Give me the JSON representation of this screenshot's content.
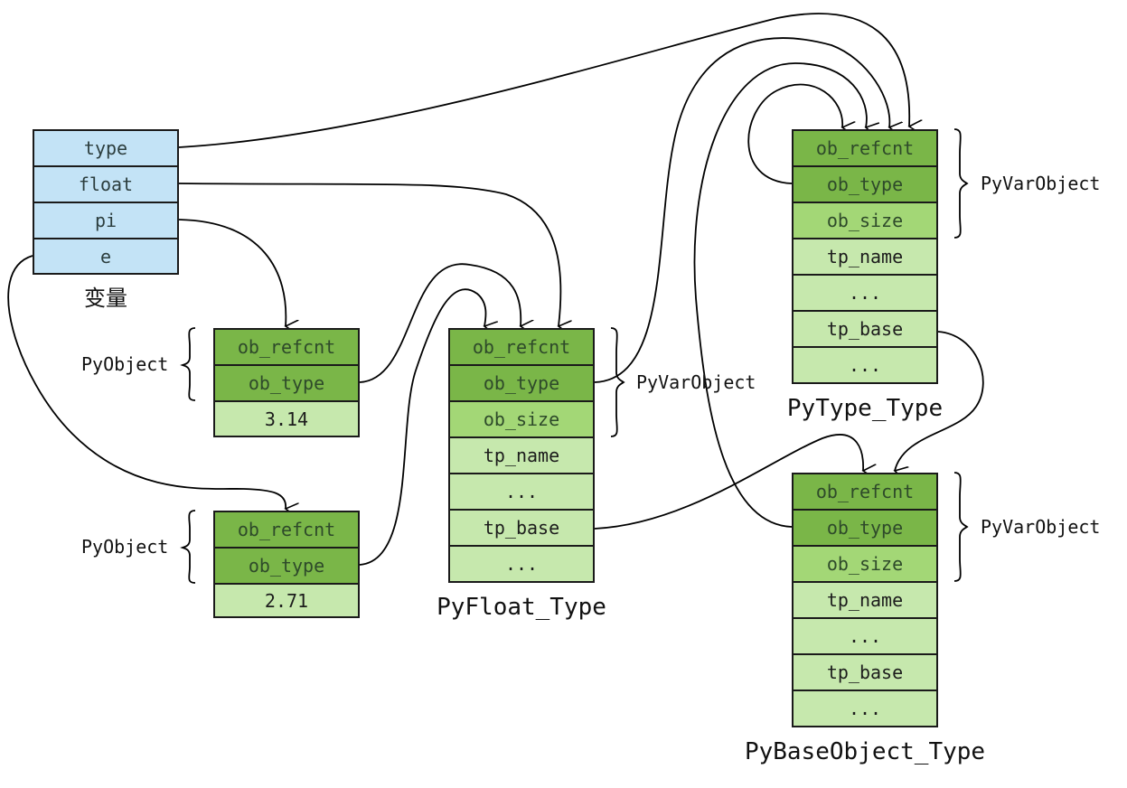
{
  "variables": {
    "caption": "变量",
    "fields": [
      "type",
      "float",
      "pi",
      "e"
    ]
  },
  "pyobject_pi": {
    "label": "PyObject",
    "fields": [
      "ob_refcnt",
      "ob_type",
      "3.14"
    ]
  },
  "pyobject_e": {
    "label": "PyObject",
    "fields": [
      "ob_refcnt",
      "ob_type",
      "2.71"
    ]
  },
  "pyfloat_type": {
    "caption": "PyFloat_Type",
    "label": "PyVarObject",
    "fields": [
      "ob_refcnt",
      "ob_type",
      "ob_size",
      "tp_name",
      "...",
      "tp_base",
      "..."
    ]
  },
  "pytype_type": {
    "caption": "PyType_Type",
    "label": "PyVarObject",
    "fields": [
      "ob_refcnt",
      "ob_type",
      "ob_size",
      "tp_name",
      "...",
      "tp_base",
      "..."
    ]
  },
  "pybaseobject_type": {
    "caption": "PyBaseObject_Type",
    "label": "PyVarObject",
    "fields": [
      "ob_refcnt",
      "ob_type",
      "ob_size",
      "tp_name",
      "...",
      "tp_base",
      "..."
    ]
  },
  "colors": {
    "variable_cell": "#c3e3f6",
    "header_dark": "#7ab648",
    "header_mid": "#a3d776",
    "body_light": "#c6e8ad",
    "arrow": "#000000"
  }
}
